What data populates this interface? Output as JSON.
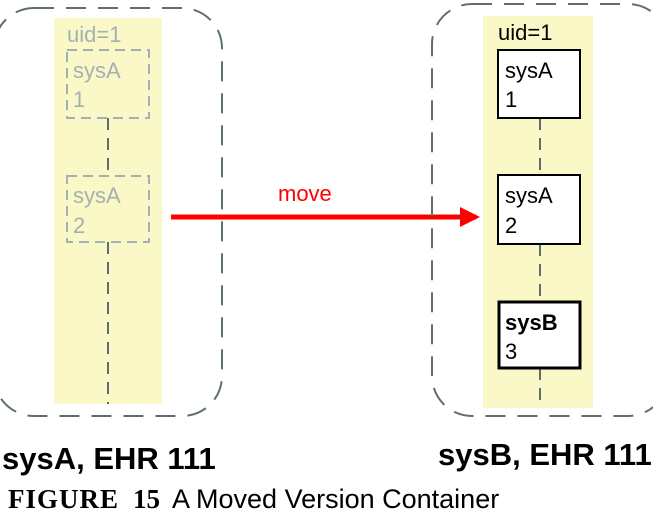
{
  "source_system": {
    "title": "sysA, EHR 111",
    "uid_label": "uid=1",
    "versions": [
      {
        "system": "sysA",
        "number": "1"
      },
      {
        "system": "sysA",
        "number": "2"
      }
    ]
  },
  "move_arrow": {
    "label": "move",
    "color": "#ff0000"
  },
  "target_system": {
    "title": "sysB, EHR 111",
    "uid_label": "uid=1",
    "versions": [
      {
        "system": "sysA",
        "number": "1"
      },
      {
        "system": "sysA",
        "number": "2"
      },
      {
        "system": "sysB",
        "number": "3"
      }
    ]
  },
  "caption": {
    "label": "FIGURE",
    "number": "15",
    "text": "A Moved Version Container"
  },
  "colors": {
    "container_fill": "#fbf8c8",
    "dashed_border": "#5f6f6c",
    "faded_text": "#a2b2b2"
  }
}
